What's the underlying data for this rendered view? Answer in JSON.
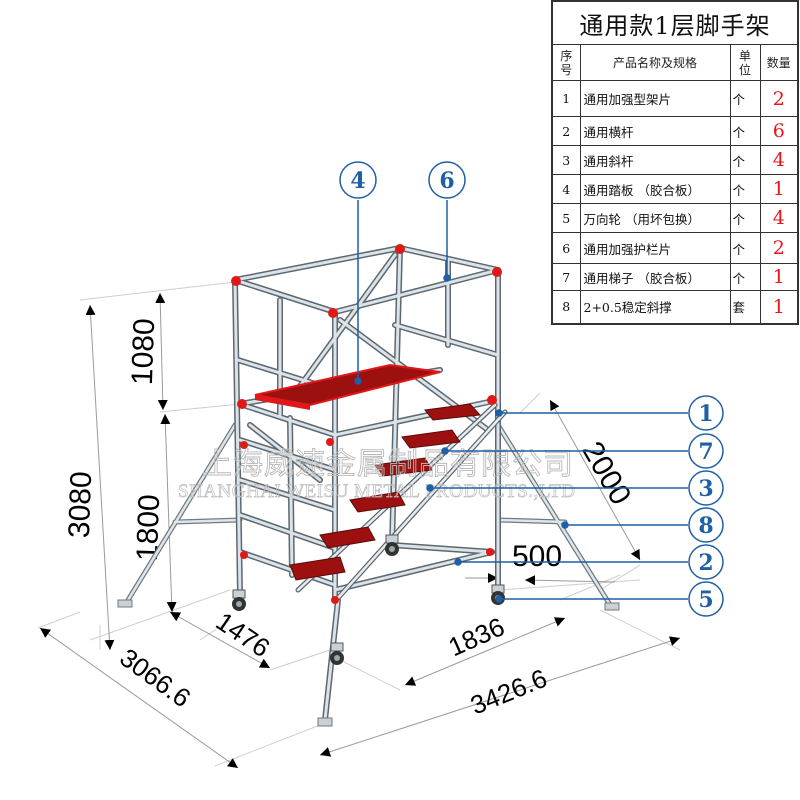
{
  "title": "通用款1层脚手架",
  "table": {
    "headers": {
      "no": "序号",
      "name": "产品名称及规格",
      "unit": "单位",
      "qty": "数量"
    },
    "rows": [
      {
        "no": "1",
        "name": "通用加强型架片",
        "unit": "个",
        "qty": "2"
      },
      {
        "no": "2",
        "name": "通用横杆",
        "unit": "个",
        "qty": "6"
      },
      {
        "no": "3",
        "name": "通用斜杆",
        "unit": "个",
        "qty": "4"
      },
      {
        "no": "4",
        "name": "通用踏板 （胶合板）",
        "unit": "个",
        "qty": "1"
      },
      {
        "no": "5",
        "name": "万向轮 （用坏包换）",
        "unit": "个",
        "qty": "4"
      },
      {
        "no": "6",
        "name": "通用加强护栏片",
        "unit": "个",
        "qty": "2"
      },
      {
        "no": "7",
        "name": "通用梯子 （胶合板）",
        "unit": "个",
        "qty": "1"
      },
      {
        "no": "8",
        "name": "2+0.5稳定斜撑",
        "unit": "套",
        "qty": "1"
      }
    ],
    "qty_color": "#e8141b"
  },
  "dimensions": {
    "total_height": "3080",
    "guard_height": "1080",
    "platform_height": "1800",
    "outrigger_length": "2000",
    "outrigger_offset": "500",
    "frame_width": "1476",
    "frame_length": "1836",
    "base_width": "3066.6",
    "base_length": "3426.6"
  },
  "callouts": {
    "top": [
      {
        "label": "4"
      },
      {
        "label": "6"
      }
    ],
    "right": [
      {
        "label": "1"
      },
      {
        "label": "7"
      },
      {
        "label": "3"
      },
      {
        "label": "8"
      },
      {
        "label": "2"
      },
      {
        "label": "5"
      }
    ],
    "color": "#1f5fa6"
  },
  "watermark": {
    "cn": "上海威速金属制品有限公司",
    "en": "SHANGHAI WEISU METAL PRODUCTS.,LTD"
  },
  "colors": {
    "deck_red": "#9c1010",
    "deck_edge": "#e01818",
    "tube": "#b8c4cc",
    "tube_dark": "#5c6870"
  }
}
